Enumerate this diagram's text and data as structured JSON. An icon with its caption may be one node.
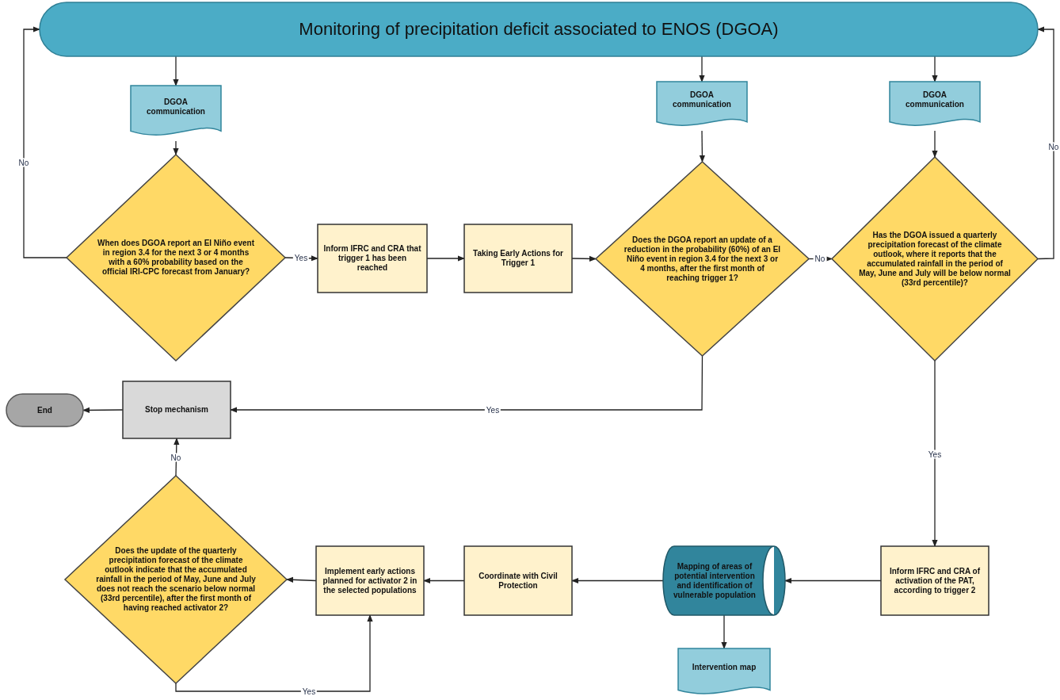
{
  "diagram": {
    "nodes": [
      {
        "text": [
          "Monitoring of precipitation deficit associated to ENOS (DGOA)"
        ]
      },
      {
        "text": [
          "DGOA communication"
        ]
      },
      {
        "text": [
          "DGOA communication"
        ]
      },
      {
        "text": [
          "DGOA communication"
        ]
      },
      {
        "text": [
          "When does DGOA report an El Niño event in region 3.4 for the next 3 or 4 months with a 60% probability based on the official IRI-CPC forecast from January?"
        ]
      },
      {
        "text": [
          "Inform IFRC and CRA that trigger 1 has been reached"
        ]
      },
      {
        "text": [
          "Taking Early Actions for Trigger 1"
        ]
      },
      {
        "text": [
          "Does the DGOA report an update of a reduction in the probability (60%) of an El Niño event in region 3.4 for the next 3 or 4 months, after the first month of reaching trigger 1?"
        ]
      },
      {
        "text": [
          "Has the DGOA issued a quarterly precipitation forecast of the climate outlook, where it reports that the accumulated rainfall in the period of May, June and July will be below normal (33rd percentile)?"
        ]
      },
      {
        "text": [
          "End"
        ]
      },
      {
        "text": [
          "Stop mechanism"
        ]
      },
      {
        "text": [
          "Does the update of the quarterly precipitation forecast of the climate outlook indicate that the accumulated rainfall in the period of May, June and July does not reach the scenario below normal (33rd percentile), after the first month of having reached activator 2?"
        ]
      },
      {
        "text": [
          "Implement early actions planned for activator 2 in the selected populations"
        ]
      },
      {
        "text": [
          "Coordinate with Civil Protection"
        ]
      },
      {
        "text": [
          "Mapping of areas of potential intervention and identification of vulnerable population"
        ]
      },
      {
        "text": [
          "Inform IFRC and CRA of activation of the PAT, according to trigger 2"
        ]
      },
      {
        "text": [
          "Intervention map"
        ]
      }
    ],
    "edges": [
      {
        "from": 0,
        "to": 1,
        "arrow": "to"
      },
      {
        "from": 0,
        "to": 2,
        "arrow": "to"
      },
      {
        "from": 0,
        "to": 3,
        "arrow": "to"
      },
      {
        "from": 1,
        "to": 4,
        "arrow": "to"
      },
      {
        "from": 2,
        "to": 7,
        "arrow": "to"
      },
      {
        "from": 3,
        "to": 8,
        "arrow": "to"
      },
      {
        "from": 4,
        "to": 0,
        "label": "No",
        "arrow": "to"
      },
      {
        "from": 4,
        "to": 5,
        "label": "Yes",
        "arrow": "to"
      },
      {
        "from": 5,
        "to": 6,
        "arrow": "to"
      },
      {
        "from": 6,
        "to": 7,
        "arrow": "to"
      },
      {
        "from": 7,
        "to": 8,
        "label": "No",
        "arrow": "to"
      },
      {
        "from": 8,
        "to": 0,
        "label": "No",
        "arrow": "to"
      },
      {
        "from": 7,
        "to": 10,
        "label": "Yes",
        "arrow": "to"
      },
      {
        "from": 10,
        "to": 9,
        "arrow": "to"
      },
      {
        "from": 8,
        "to": 15,
        "label": "Yes",
        "arrow": "to"
      },
      {
        "from": 15,
        "to": 14,
        "arrow": "to"
      },
      {
        "from": 14,
        "to": 13,
        "arrow": "to"
      },
      {
        "from": 13,
        "to": 12,
        "arrow": "to"
      },
      {
        "from": 14,
        "to": 16,
        "arrow": "to"
      },
      {
        "from": 12,
        "to": 11,
        "arrow": "to"
      },
      {
        "from": 11,
        "to": 10,
        "label": "No",
        "arrow": "to"
      },
      {
        "from": 11,
        "to": 12,
        "label": "Yes",
        "arrow": "to"
      }
    ]
  }
}
